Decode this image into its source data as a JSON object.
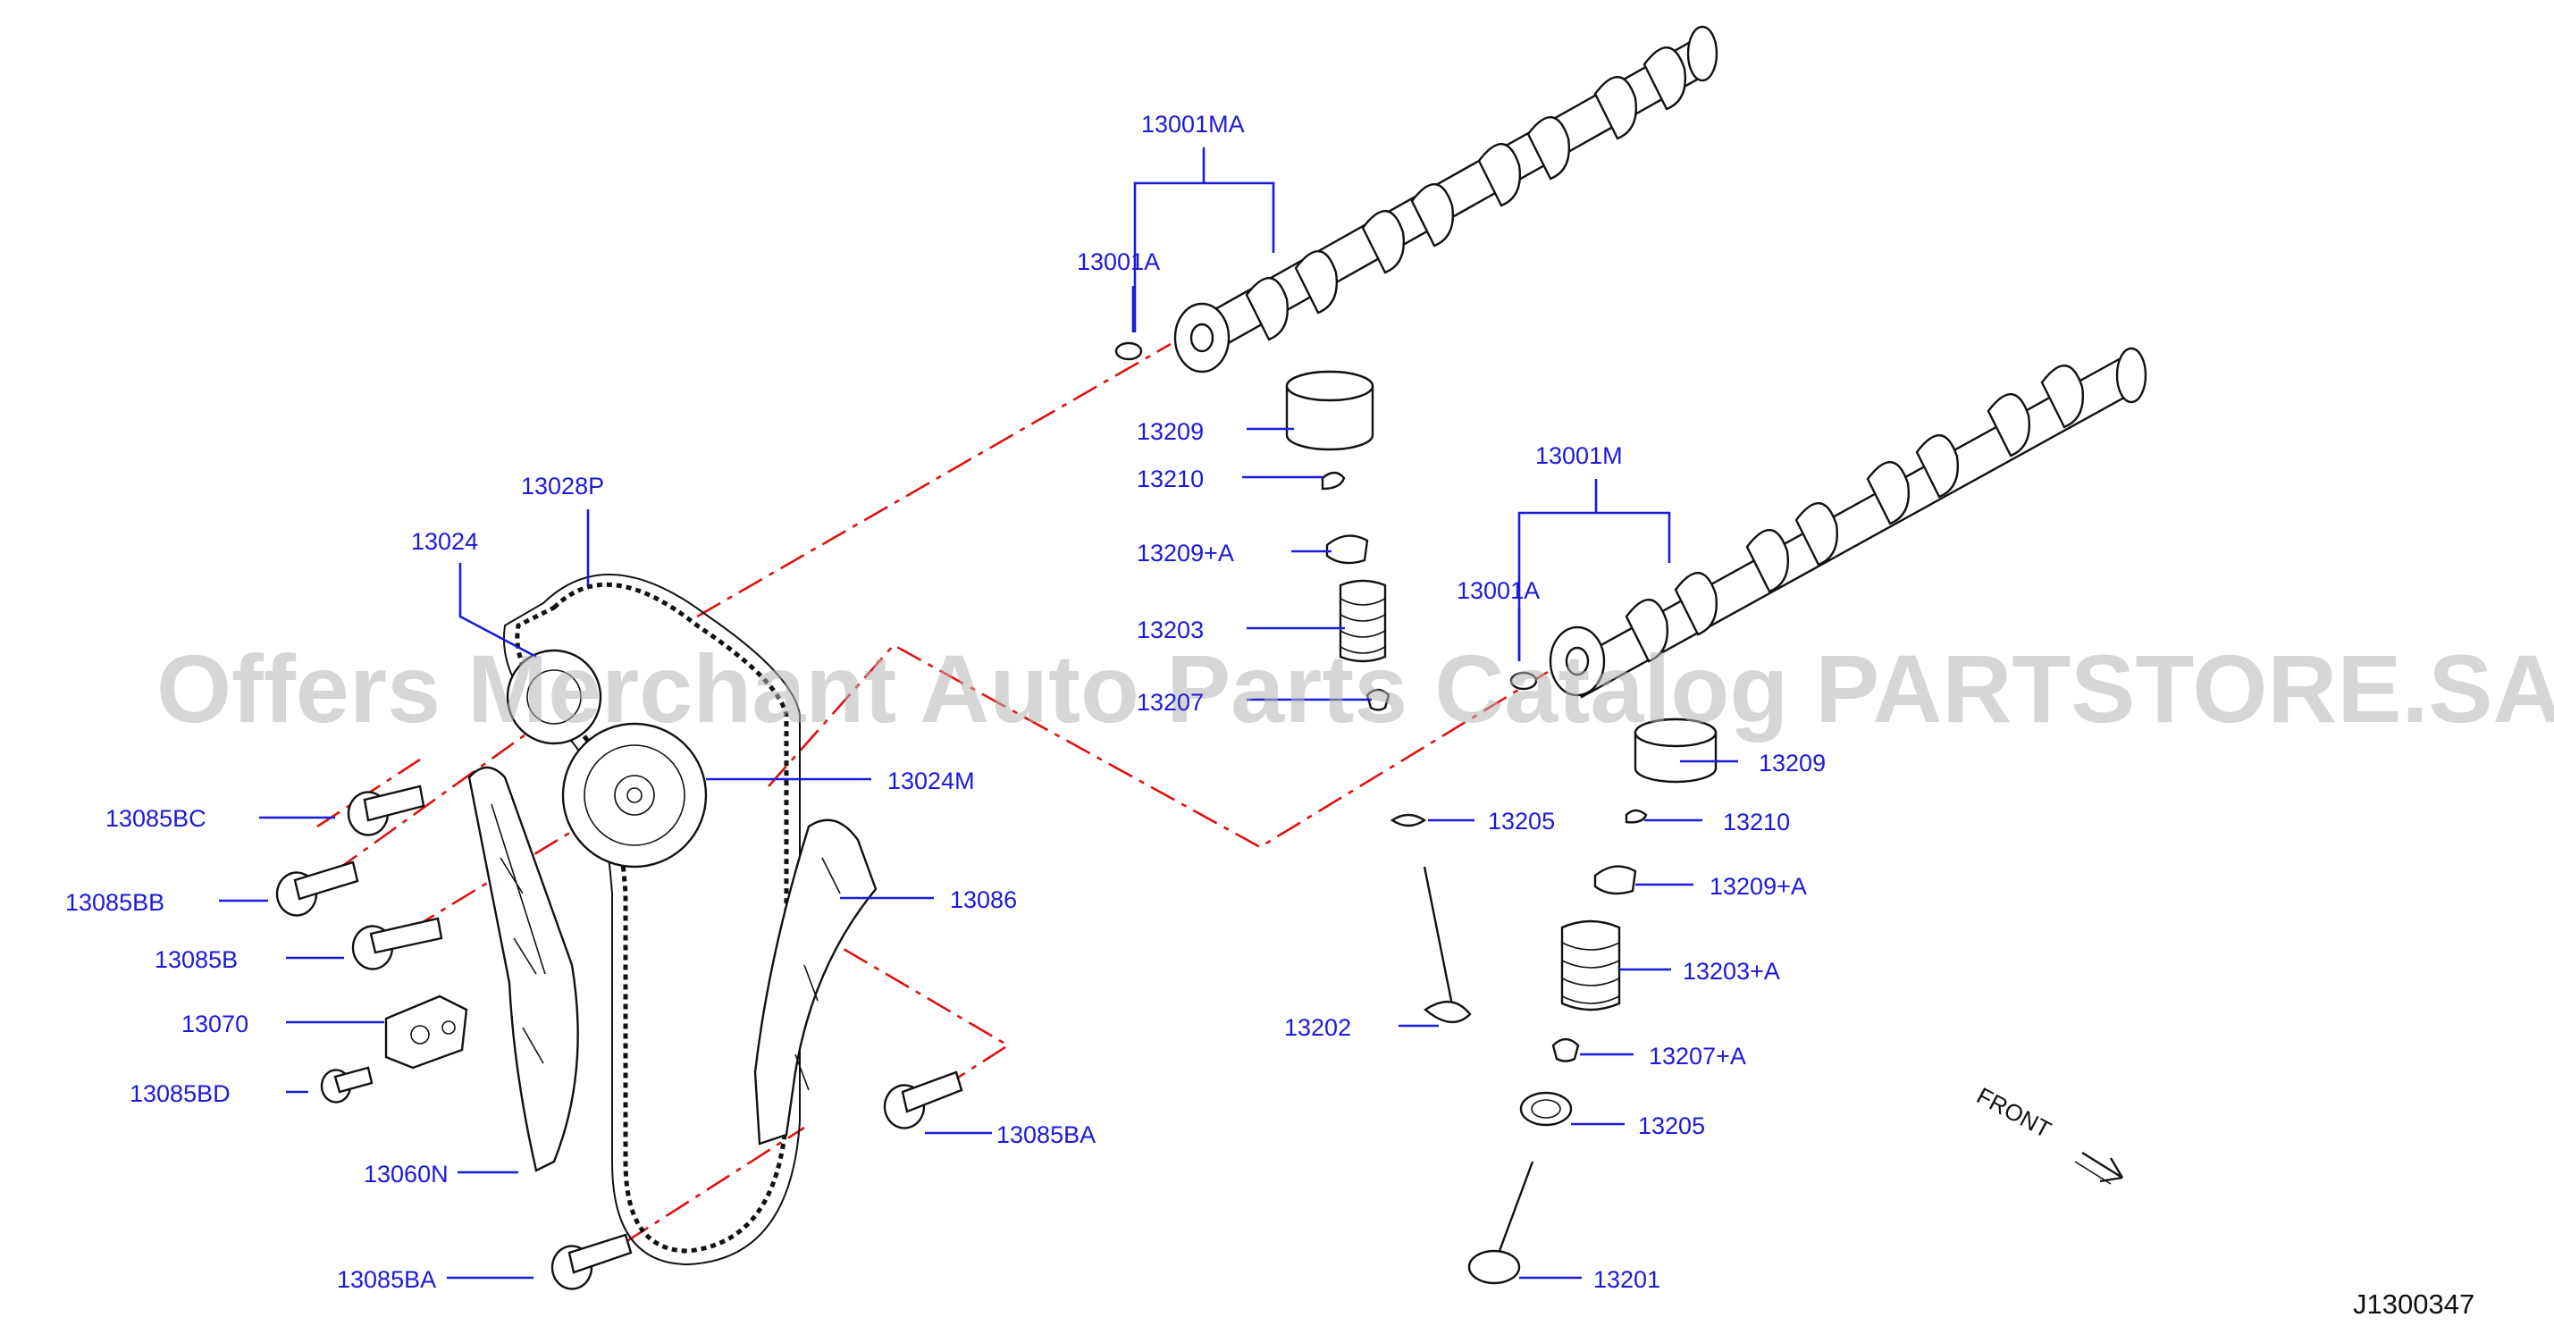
{
  "watermark": "Offers Merchant Auto Parts Catalog PARTSTORE.SA",
  "diagram_code": "J1300347",
  "front_label": "FRONT",
  "labels": {
    "p13001MA": "13001MA",
    "p13001A_top": "13001A",
    "p13209_top": "13209",
    "p13210_top": "13210",
    "p13209A_top": "13209+A",
    "p13203": "13203",
    "p13207": "13207",
    "p13001M": "13001M",
    "p13001A_mid": "13001A",
    "p13209_right": "13209",
    "p13205_top": "13205",
    "p13210_right": "13210",
    "p13209A_right": "13209+A",
    "p13203A": "13203+A",
    "p13202": "13202",
    "p13207A": "13207+A",
    "p13205_bottom": "13205",
    "p13201": "13201",
    "p13028P": "13028P",
    "p13024": "13024",
    "p13024M": "13024M",
    "p13085BC": "13085BC",
    "p13085BB": "13085BB",
    "p13085B": "13085B",
    "p13070": "13070",
    "p13085BD": "13085BD",
    "p13060N": "13060N",
    "p13085BA_left": "13085BA",
    "p13086": "13086",
    "p13085BA_right": "13085BA"
  },
  "colors": {
    "label": "#1a1adb",
    "leader": "#1a1adb",
    "dashed_reference": "#e01010",
    "drawing": "#111111",
    "watermark": "#b4b4b4"
  }
}
